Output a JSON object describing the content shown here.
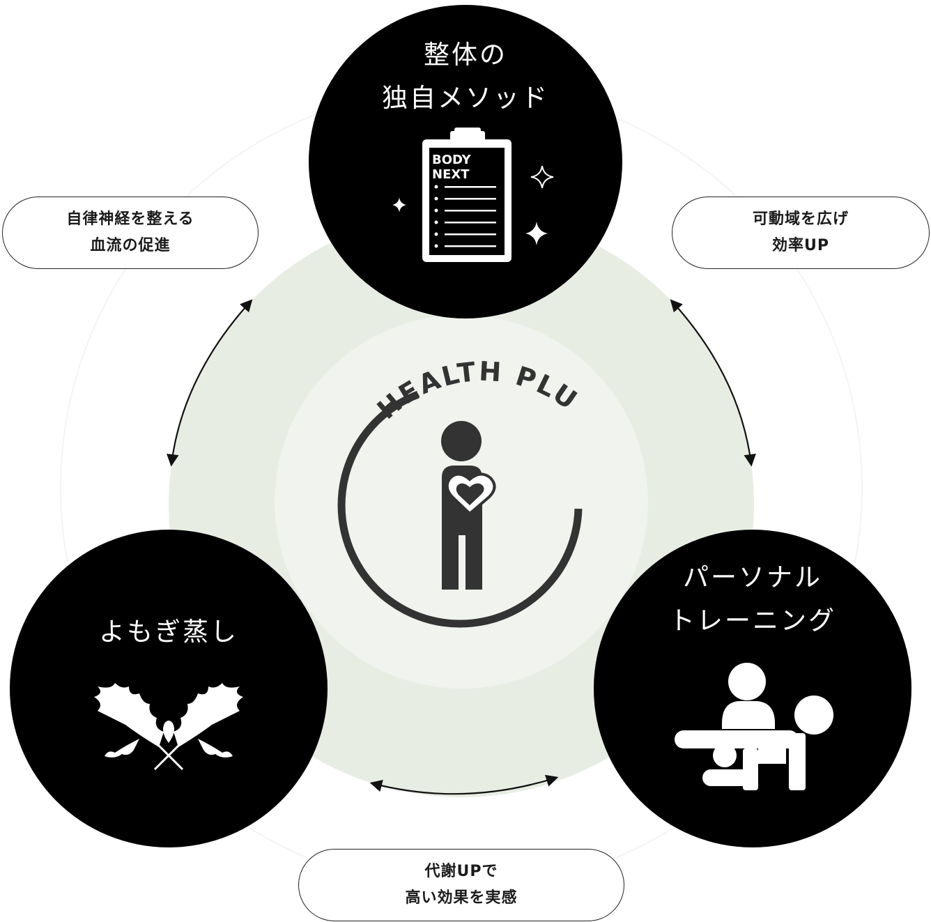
{
  "center": {
    "logo_text": "HEALTH PLUS"
  },
  "nodes": {
    "top": {
      "line1": "整体の",
      "line2": "独自メソッド",
      "icon": "clipboard-icon",
      "clipboard_text_1": "BODY",
      "clipboard_text_2": "NEXT"
    },
    "left": {
      "line1": "よもぎ蒸し",
      "icon": "mugwort-leaf-icon"
    },
    "right": {
      "line1": "パーソナル",
      "line2": "トレーニング",
      "icon": "personal-training-icon"
    }
  },
  "benefits": {
    "top_left": {
      "line1": "自律神経を整える",
      "line2": "血流の促進"
    },
    "top_right": {
      "line1": "可動域を広げ",
      "line2": "効率UP"
    },
    "bottom": {
      "line1": "代謝UPで",
      "line2": "高い効果を実感"
    }
  },
  "colors": {
    "circle_fill": "#000000",
    "outer_ring": "#e8ede4",
    "inner_ring": "#f0f3ee",
    "logo": "#333333"
  }
}
